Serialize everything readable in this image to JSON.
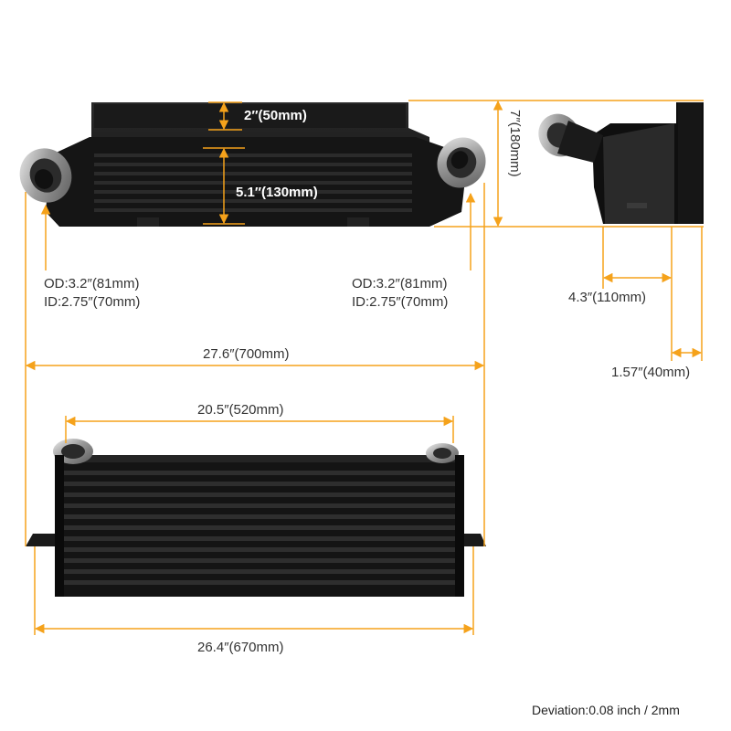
{
  "accent_color": "#f5a21b",
  "dimensions": {
    "top_height": "2″(50mm)",
    "core_height": "5.1″(130mm)",
    "overall_height": "7″(180mm)",
    "left_port": {
      "od": "OD:3.2″(81mm)",
      "id": "ID:2.75″(70mm)"
    },
    "right_port": {
      "od": "OD:3.2″(81mm)",
      "id": "ID:2.75″(70mm)"
    },
    "side_depth": "4.3″(110mm)",
    "core_thickness": "1.57″(40mm)",
    "overall_width": "27.6″(700mm)",
    "core_width": "20.5″(520mm)",
    "bracket_width": "26.4″(670mm)"
  },
  "footnote": "Deviation:0.08 inch / 2mm"
}
